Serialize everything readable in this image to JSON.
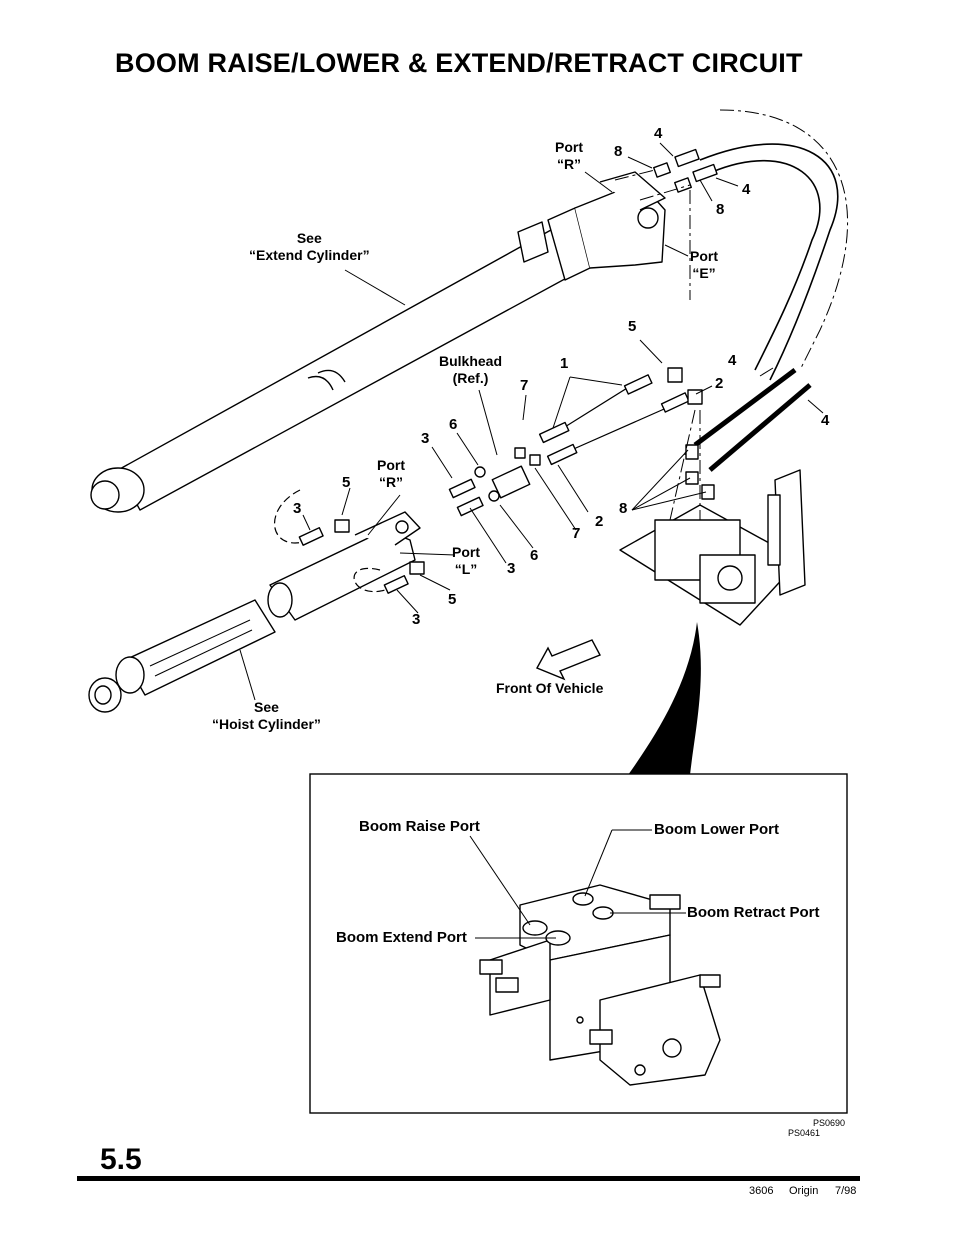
{
  "title": "BOOM RAISE/LOWER & EXTEND/RETRACT CIRCUIT",
  "labels": {
    "see_extend": [
      "See",
      "“Extend Cylinder”"
    ],
    "see_hoist": [
      "See",
      "“Hoist Cylinder”"
    ],
    "port_r_top": [
      "Port",
      "“R”"
    ],
    "port_e": [
      "Port",
      "“E”"
    ],
    "port_r_low": [
      "Port",
      "“R”"
    ],
    "port_l": [
      "Port",
      "“L”"
    ],
    "bulkhead": [
      "Bulkhead",
      "(Ref.)"
    ],
    "front_of_vehicle": "Front Of Vehicle"
  },
  "callouts": {
    "n4a": "4",
    "n8a": "8",
    "n4b": "4",
    "n8b": "8",
    "n5a": "5",
    "n1": "1",
    "n7a": "7",
    "n4c": "4",
    "n2a": "2",
    "n4d": "4",
    "n6a": "6",
    "n3a": "3",
    "n5b": "5",
    "n3b": "3",
    "n8c": "8",
    "n2b": "2",
    "n7b": "7",
    "n6b": "6",
    "n3c": "3",
    "n5c": "5",
    "n3d": "3"
  },
  "inset": {
    "boom_raise_port": "Boom Raise Port",
    "boom_lower_port": "Boom Lower Port",
    "boom_retract_port": "Boom Retract Port",
    "boom_extend_port": "Boom Extend Port"
  },
  "figure_codes": [
    "PS0690",
    "PS0461"
  ],
  "section_number": "5.5",
  "footer": {
    "doc": "3606",
    "origin": "Origin",
    "date": "7/98"
  }
}
